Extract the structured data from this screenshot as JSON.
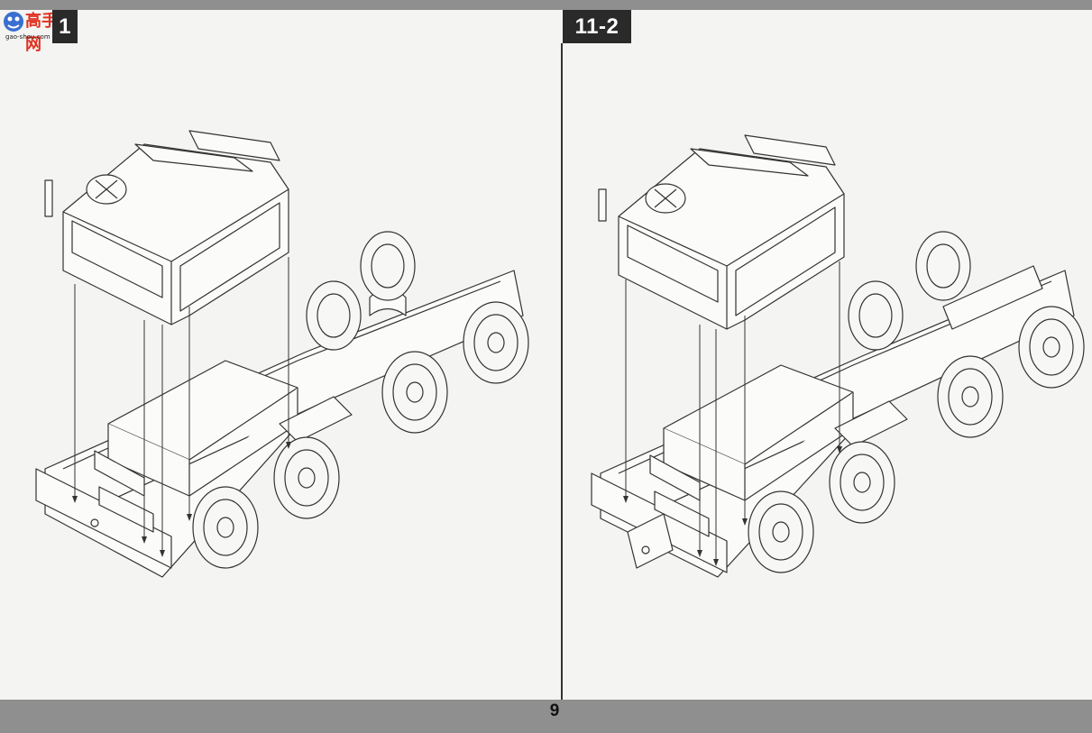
{
  "page": {
    "number": "9"
  },
  "watermark": {
    "text": "高手网",
    "url": "gao-shou.com"
  },
  "steps": [
    {
      "label": "1"
    },
    {
      "label": "11-2"
    }
  ],
  "colors": {
    "paper": "#f4f4f2",
    "bar": "#8f8f8f",
    "badge": "#2a2a2a",
    "ink": "#333333"
  },
  "illustrations": [
    {
      "icon": "truck-cab-assembly-icon"
    },
    {
      "icon": "truck-cab-assembly-icon"
    }
  ]
}
